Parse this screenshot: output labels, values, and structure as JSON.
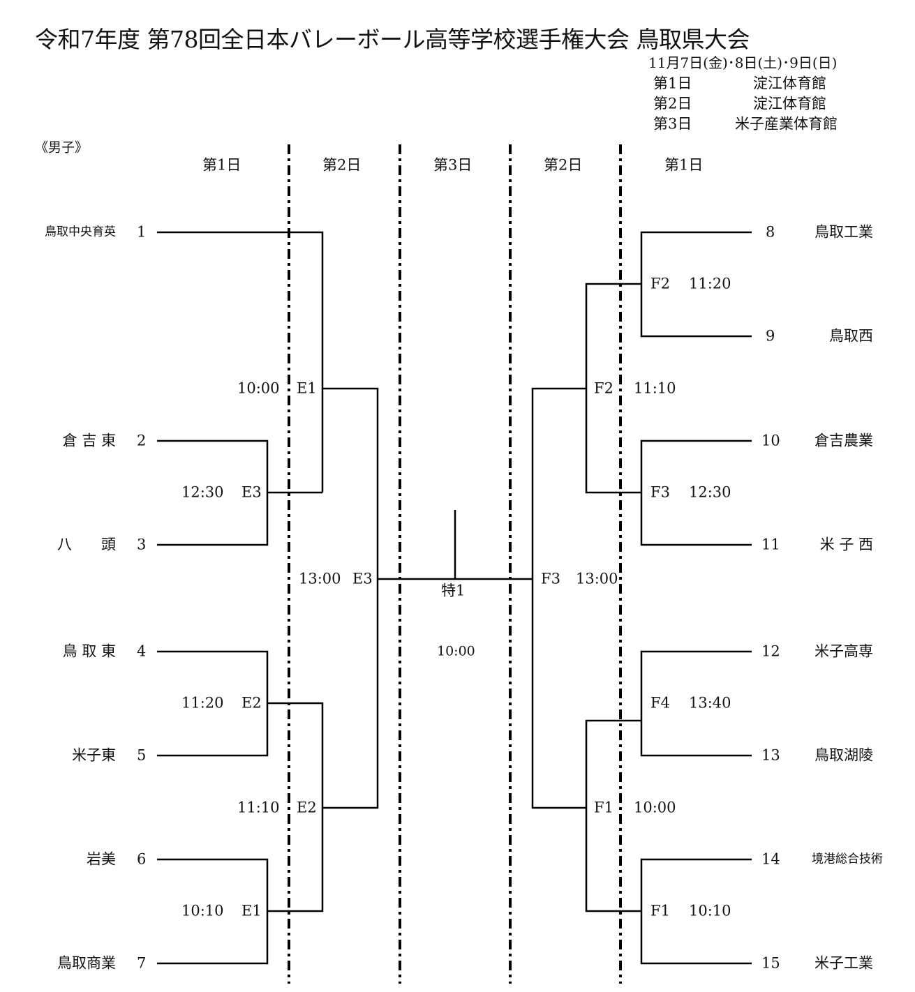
{
  "title": "令和7年度  第78回全日本バレーボール高等学校選手権大会  鳥取県大会",
  "dates": "11月7日(金)･8日(土)･9日(日)",
  "venues": [
    {
      "day": "第1日",
      "venue": "淀江体育館"
    },
    {
      "day": "第2日",
      "venue": "淀江体育館"
    },
    {
      "day": "第3日",
      "venue": "米子産業体育館"
    }
  ],
  "division": "《男子》",
  "columns": [
    "第1日",
    "第2日",
    "第3日",
    "第2日",
    "第1日"
  ],
  "left_teams": [
    {
      "name": "鳥取中央育英",
      "seed": "1"
    },
    {
      "name": "倉 吉 東",
      "seed": "2"
    },
    {
      "name": "八　　頭",
      "seed": "3"
    },
    {
      "name": "鳥 取 東",
      "seed": "4"
    },
    {
      "name": "米子東",
      "seed": "5"
    },
    {
      "name": "岩美",
      "seed": "6"
    },
    {
      "name": "鳥取商業",
      "seed": "7"
    }
  ],
  "right_teams": [
    {
      "name": "鳥取工業",
      "seed": "8"
    },
    {
      "name": "鳥取西",
      "seed": "9"
    },
    {
      "name": "倉吉農業",
      "seed": "10"
    },
    {
      "name": "米 子 西",
      "seed": "11"
    },
    {
      "name": "米子高専",
      "seed": "12"
    },
    {
      "name": "鳥取湖陵",
      "seed": "13"
    },
    {
      "name": "境港総合技術",
      "seed": "14"
    },
    {
      "name": "米子工業",
      "seed": "15"
    }
  ],
  "left_matches": [
    {
      "time": "10:00",
      "code": "E1"
    },
    {
      "time": "12:30",
      "code": "E3"
    },
    {
      "time": "13:00",
      "code": "E3"
    },
    {
      "time": "11:20",
      "code": "E2"
    },
    {
      "time": "11:10",
      "code": "E2"
    },
    {
      "time": "10:10",
      "code": "E1"
    }
  ],
  "right_matches": [
    {
      "code": "F2",
      "time": "11:20"
    },
    {
      "code": "F2",
      "time": "11:10"
    },
    {
      "code": "F3",
      "time": "12:30"
    },
    {
      "code": "F3",
      "time": "13:00"
    },
    {
      "code": "F4",
      "time": "13:40"
    },
    {
      "code": "F1",
      "time": "10:00"
    },
    {
      "code": "F1",
      "time": "10:10"
    }
  ],
  "final": {
    "code": "特1",
    "time": "10:00"
  }
}
